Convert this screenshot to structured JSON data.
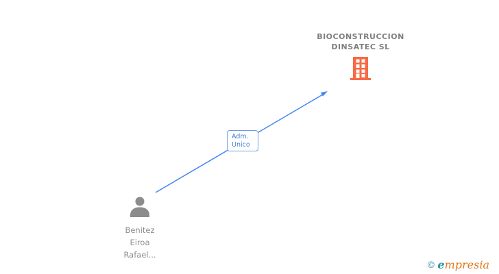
{
  "diagram": {
    "company": {
      "name_line1": "BIOCONSTRUCCION",
      "name_line2": "DINSATEC SL",
      "icon": "building-icon"
    },
    "person": {
      "name_line1": "Benitez",
      "name_line2": "Eiroa",
      "name_line3": "Rafael...",
      "icon": "person-icon"
    },
    "edge": {
      "label_line1": "Adm.",
      "label_line2": "Unico",
      "direction": "person-to-company",
      "style": "arrow"
    }
  },
  "watermark": {
    "copyright": "©",
    "brand_first_letter": "e",
    "brand_rest": "mpresia"
  },
  "colors": {
    "edge_blue": "#4285f4",
    "edge_label_text": "#4a7fd0",
    "edge_label_border": "#6c9be0",
    "company_icon_orange": "#f96944",
    "company_text_gray": "#7f7f7f",
    "person_icon_gray": "#8c8c8c",
    "person_text_gray": "#8e8e8e",
    "watermark_teal": "#2e8fa3",
    "watermark_orange": "#e37a1f",
    "background": "#ffffff"
  }
}
